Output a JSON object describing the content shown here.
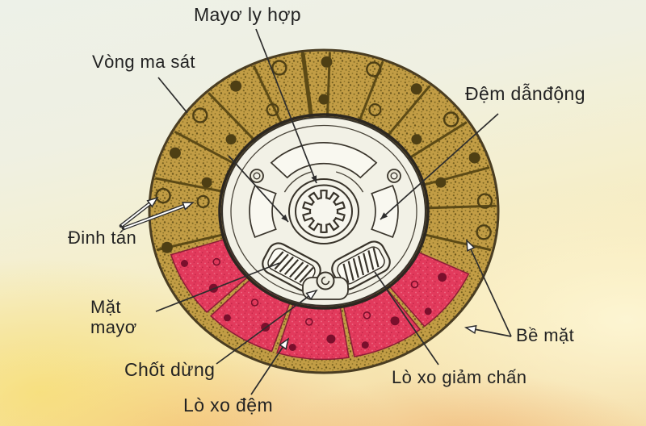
{
  "diagram": {
    "labels": {
      "mayo_ly_hop": "Mayơ ly hợp",
      "vong_ma_sat": "Vòng ma sát",
      "dem_dan_dong": "Đệm dẫnđộng",
      "dinh_tan": "Đinh tán",
      "mat_mayo": "Mặt\nmayơ",
      "chot_dung": "Chốt dừng",
      "lo_xo_dem": "Lò xo đệm",
      "lo_xo_giam_chan": "Lò xo giảm chấn",
      "be_mat": "Bề mặt"
    },
    "colors": {
      "friction_facing": "#c29d45",
      "cushion_segments": "#e23a5c",
      "hub_plate": "#f2f1e6",
      "line_art": "#38332a",
      "label_text": "#222222"
    }
  }
}
